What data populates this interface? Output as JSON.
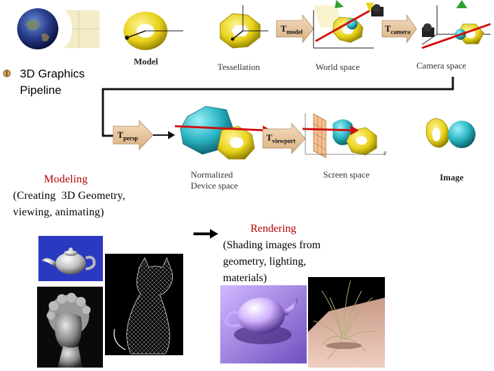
{
  "slide": {
    "bullet_text": "3D Graphics Pipeline",
    "bullet_line1": "3D Graphics",
    "bullet_line2": "Pipeline"
  },
  "pipeline": {
    "labels": {
      "model": "Model",
      "tessellation": "Tessellation",
      "world_space": "World space",
      "camera_space": "Camera space",
      "normalized_line1": "Normalized",
      "normalized_line2": "Device space",
      "screen_space": "Screen space",
      "image": "Image",
      "axis_z": "z"
    },
    "transforms": {
      "model": {
        "main": "T",
        "sub": "model"
      },
      "camera": {
        "main": "T",
        "sub": "camera"
      },
      "persp": {
        "main": "T",
        "sub": "persp"
      },
      "viewport": {
        "main": "T",
        "sub": "viewport"
      }
    }
  },
  "modeling": {
    "title": "Modeling",
    "line1": "(Creating  3D Geometry,",
    "line2": "viewing, animating)"
  },
  "rendering": {
    "title": "Rendering",
    "line1": "(Shading images from",
    "line2": "geometry, lighting,",
    "line3": "materials)"
  },
  "colors": {
    "red_heading": "#b00000",
    "torus_yellow": "#e8d21a",
    "arrow_tan": "#e8c9a0",
    "cyan_object": "#2ab5c4",
    "pipe_line": "#111111"
  }
}
